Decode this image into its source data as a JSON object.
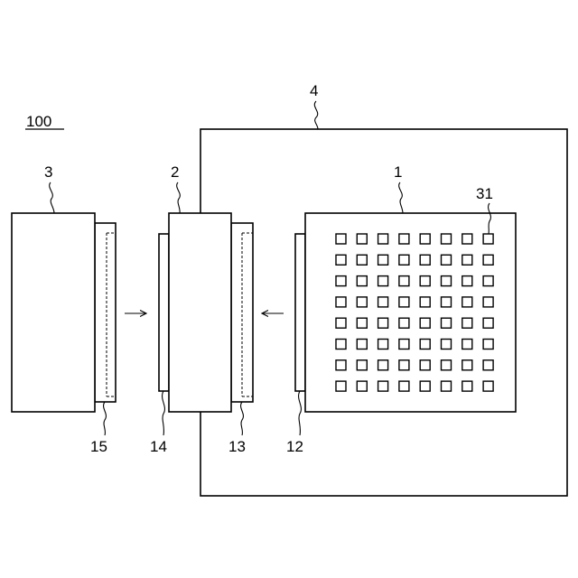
{
  "labels": {
    "system": "100",
    "outer_frame": "4",
    "panel_1": "1",
    "module_2": "2",
    "module_3": "3",
    "grid_label": "31",
    "layer_12": "12",
    "layer_13": "13",
    "layer_14": "14",
    "layer_15": "15"
  },
  "grid": {
    "rows": 8,
    "cols": 8
  },
  "arrows": [
    "arrow-right",
    "arrow-left"
  ]
}
